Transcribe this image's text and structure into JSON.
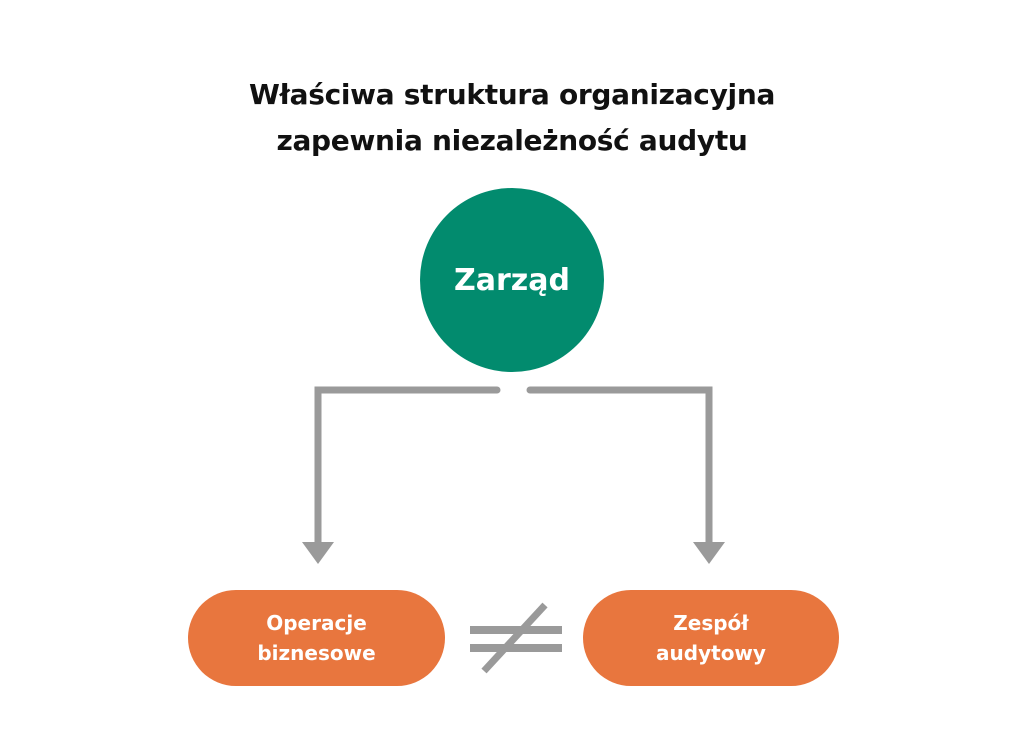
{
  "title": {
    "line1": "Właściwa struktura organizacyjna",
    "line2": "zapewnia niezależność audytu"
  },
  "top_node": {
    "label": "Zarząd",
    "color": "#028b6e"
  },
  "left_node": {
    "line1": "Operacje",
    "line2": "biznesowe",
    "color": "#e8763e"
  },
  "right_node": {
    "line1": "Zespół",
    "line2": "audytowy",
    "color": "#e8763e"
  },
  "connector_color": "#9a9a9a"
}
